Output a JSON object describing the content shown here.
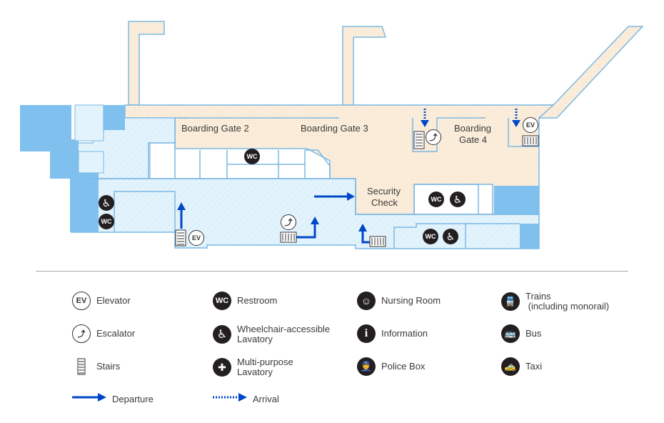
{
  "map": {
    "areas": {
      "gate2": "Boarding Gate 2",
      "gate3": "Boarding Gate 3",
      "gate4_line1": "Boarding",
      "gate4_line2": "Gate 4",
      "security_line1": "Security",
      "security_line2": "Check"
    },
    "icon_text": {
      "wc": "WC",
      "ev": "EV"
    },
    "colors": {
      "airside_fill": "#fbeedd",
      "landside_fill": "#e3f3fc",
      "restricted_fill": "#7fc0ef",
      "wall": "#7ab8e3",
      "route_arrow": "#0047c8",
      "icon_dark": "#231f20"
    }
  },
  "legend": {
    "items": [
      {
        "key": "elevator",
        "label": "Elevator",
        "glyph": "EV"
      },
      {
        "key": "escalator",
        "label": "Escalator"
      },
      {
        "key": "stairs",
        "label": "Stairs"
      },
      {
        "key": "departure",
        "label": "Departure"
      },
      {
        "key": "restroom",
        "label": "Restroom",
        "glyph": "WC"
      },
      {
        "key": "wheelchair",
        "label": "Wheelchair-accessible",
        "label2": "Lavatory"
      },
      {
        "key": "multipurpose",
        "label": "Multi-purpose",
        "label2": "Lavatory"
      },
      {
        "key": "arrival",
        "label": "Arrival"
      },
      {
        "key": "nursing",
        "label": "Nursing Room"
      },
      {
        "key": "information",
        "label": "Information",
        "glyph": "i"
      },
      {
        "key": "police",
        "label": "Police Box"
      },
      {
        "key": "trains",
        "label": "Trains",
        "label2": " (including monorail)"
      },
      {
        "key": "bus",
        "label": "Bus"
      },
      {
        "key": "taxi",
        "label": "Taxi"
      }
    ]
  }
}
